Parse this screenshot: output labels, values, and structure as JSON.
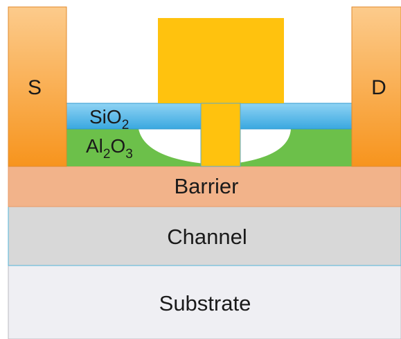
{
  "diagram": {
    "electrodes": {
      "source_label": "S",
      "drain_label": "D"
    },
    "passivation": {
      "base": "SiO",
      "sub": "2"
    },
    "dielectric": {
      "part1": "Al",
      "sub1": "2",
      "part2": "O",
      "sub2": "3"
    },
    "layers": {
      "barrier": "Barrier",
      "channel": "Channel",
      "substrate": "Substrate"
    },
    "colors": {
      "electrode": "#f7a33a",
      "gate": "#ffc20e",
      "sio2": "#55b9ea",
      "al2o3": "#6cc04a",
      "barrier": "#f2b389",
      "channel": "#d9d9d9",
      "substrate": "#efeff3"
    }
  }
}
